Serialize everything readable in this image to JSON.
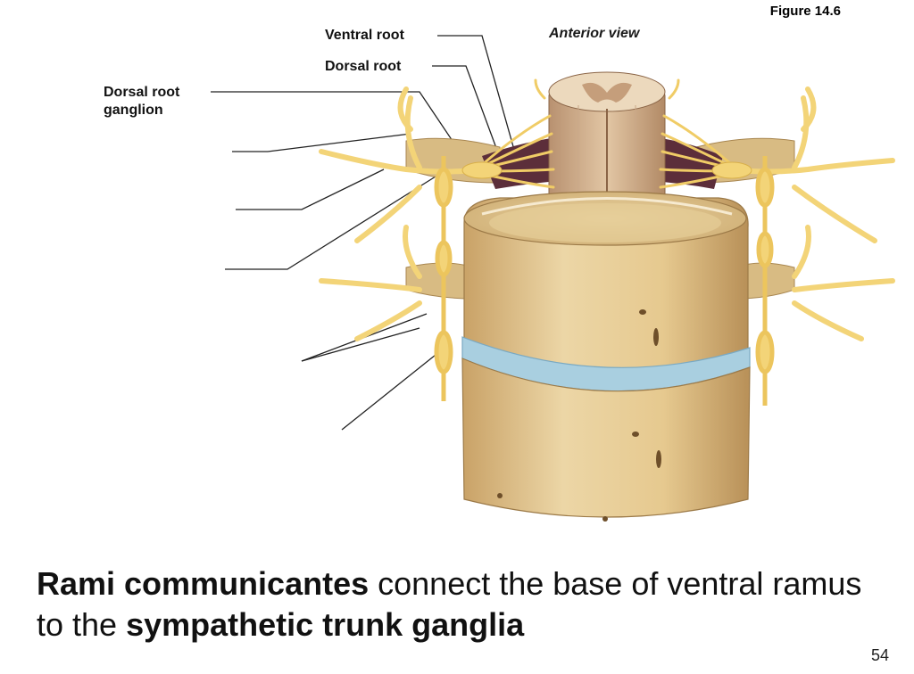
{
  "figure_number": "Figure 14.6",
  "view_label": "Anterior view",
  "labels": {
    "ventral_root": "Ventral root",
    "dorsal_root": "Dorsal root",
    "drg_line1": "Dorsal root",
    "drg_line2": "ganglion"
  },
  "caption": {
    "bold_1": "Rami communicantes",
    "text_1": " connect the base of ventral ramus to the ",
    "bold_2": "sympathetic trunk ganglia"
  },
  "page_number": "54",
  "colors": {
    "bone": "#e2c48f",
    "nerve": "#f3d478",
    "disc": "#a9cfe0",
    "cord": "#d6b48e"
  }
}
